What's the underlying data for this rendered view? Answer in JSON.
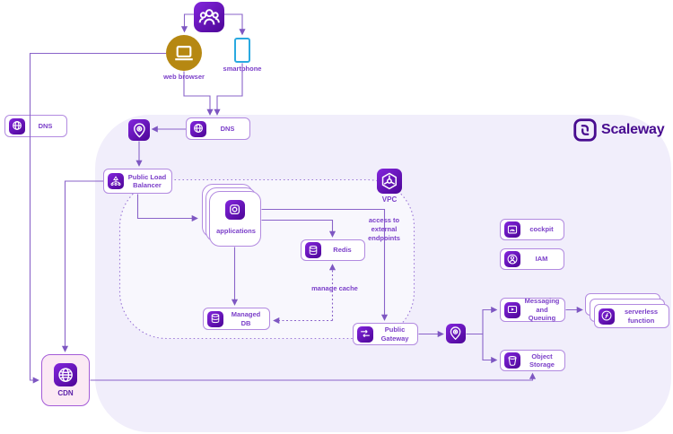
{
  "brand": {
    "name": "Scaleway",
    "color": "#4f0599"
  },
  "colors": {
    "accent_purple": "#4f0599",
    "line_purple": "#8a63c9",
    "box_border": "#b28ae0",
    "label_text": "#7b3fc9",
    "cloud_fill": "#f1eefb",
    "browser_gold": "#b68812",
    "smartphone_blue": "#2aa9e0",
    "cdn_pink": "#fbe9f4"
  },
  "external": {
    "users": {
      "icon": "users-icon"
    },
    "web_browser": {
      "label": "web browser"
    },
    "smartphone": {
      "label": "smartphone"
    },
    "dns": {
      "label": "DNS"
    }
  },
  "cloud": {
    "dns": {
      "label": "DNS"
    },
    "public_load_balancer": {
      "label": "Public Load Balancer"
    },
    "vpc": {
      "label": "VPC",
      "applications": {
        "label": "applications"
      },
      "redis": {
        "label": "Redis"
      },
      "managed_db": {
        "label": "Managed DB"
      },
      "public_gateway": {
        "label": "Public Gateway"
      }
    },
    "annotations": {
      "access_external": "access to external endpoints",
      "manage_cache": "manage cache"
    },
    "services": {
      "cockpit": {
        "label": "cockpit"
      },
      "iam": {
        "label": "IAM"
      },
      "messaging": {
        "label": "Messaging and Queuing"
      },
      "serverless": {
        "label": "serverless function"
      },
      "object_storage": {
        "label": "Object Storage"
      },
      "cdn": {
        "label": "CDN"
      }
    }
  }
}
